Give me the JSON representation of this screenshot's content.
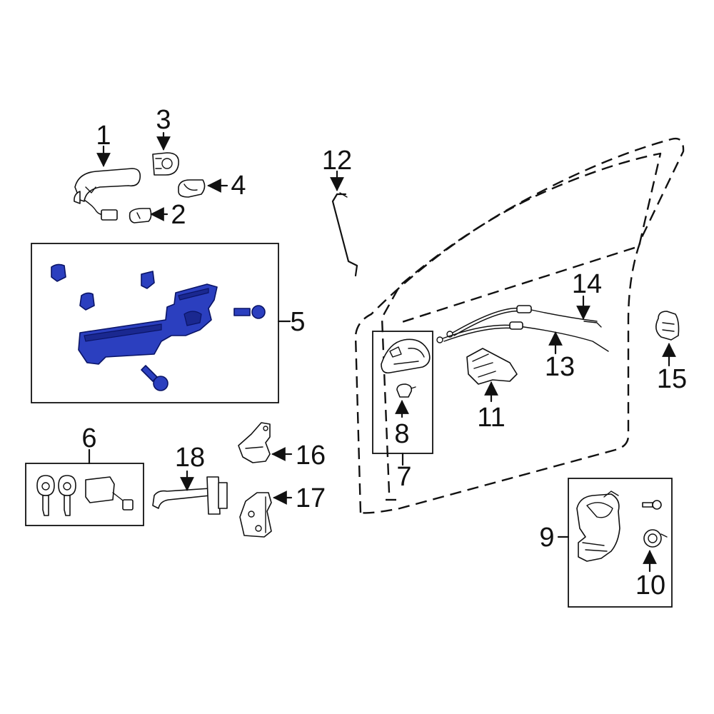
{
  "diagram": {
    "highlight_color": "#2b3fbf",
    "callouts": [
      {
        "id": "1",
        "text": "1"
      },
      {
        "id": "2",
        "text": "2"
      },
      {
        "id": "3",
        "text": "3"
      },
      {
        "id": "4",
        "text": "4"
      },
      {
        "id": "5",
        "text": "5"
      },
      {
        "id": "6",
        "text": "6"
      },
      {
        "id": "7",
        "text": "7"
      },
      {
        "id": "8",
        "text": "8"
      },
      {
        "id": "9",
        "text": "9"
      },
      {
        "id": "10",
        "text": "10"
      },
      {
        "id": "11",
        "text": "11"
      },
      {
        "id": "12",
        "text": "12"
      },
      {
        "id": "13",
        "text": "13"
      },
      {
        "id": "14",
        "text": "14"
      },
      {
        "id": "15",
        "text": "15"
      },
      {
        "id": "16",
        "text": "16"
      },
      {
        "id": "17",
        "text": "17"
      },
      {
        "id": "18",
        "text": "18"
      }
    ]
  }
}
